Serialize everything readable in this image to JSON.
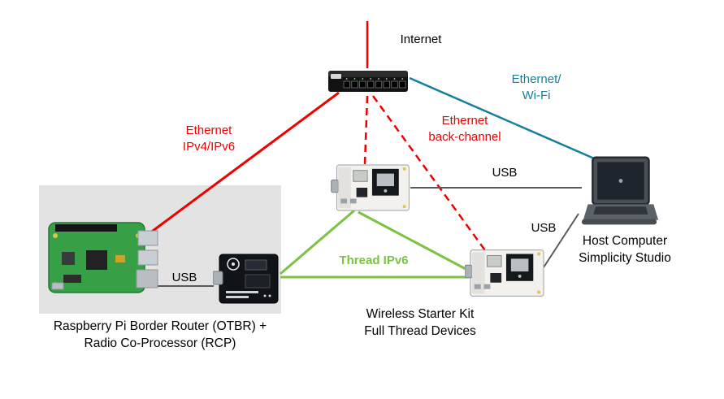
{
  "diagram": {
    "labels": {
      "internet": "Internet",
      "ethernet_wifi": "Ethernet/\nWi-Fi",
      "ethernet_ipv4_ipv6": "Ethernet\nIPv4/IPv6",
      "ethernet_backchannel": "Ethernet\nback-channel",
      "thread_ipv6": "Thread IPv6",
      "usb_wstk1": "USB",
      "usb_wstk2": "USB",
      "usb_rcp": "USB"
    },
    "captions": {
      "border_router": "Raspberry Pi Border Router (OTBR) +\nRadio Co-Processor (RCP)",
      "wireless_starter_kit": "Wireless Starter Kit\nFull Thread Devices",
      "host_computer": "Host Computer\nSimplicity Studio"
    },
    "colors": {
      "ethernet_red": "#ee0000",
      "wifi_teal": "#16809c",
      "thread_green": "#7dc242",
      "usb_gray": "#5a5a5a"
    }
  }
}
